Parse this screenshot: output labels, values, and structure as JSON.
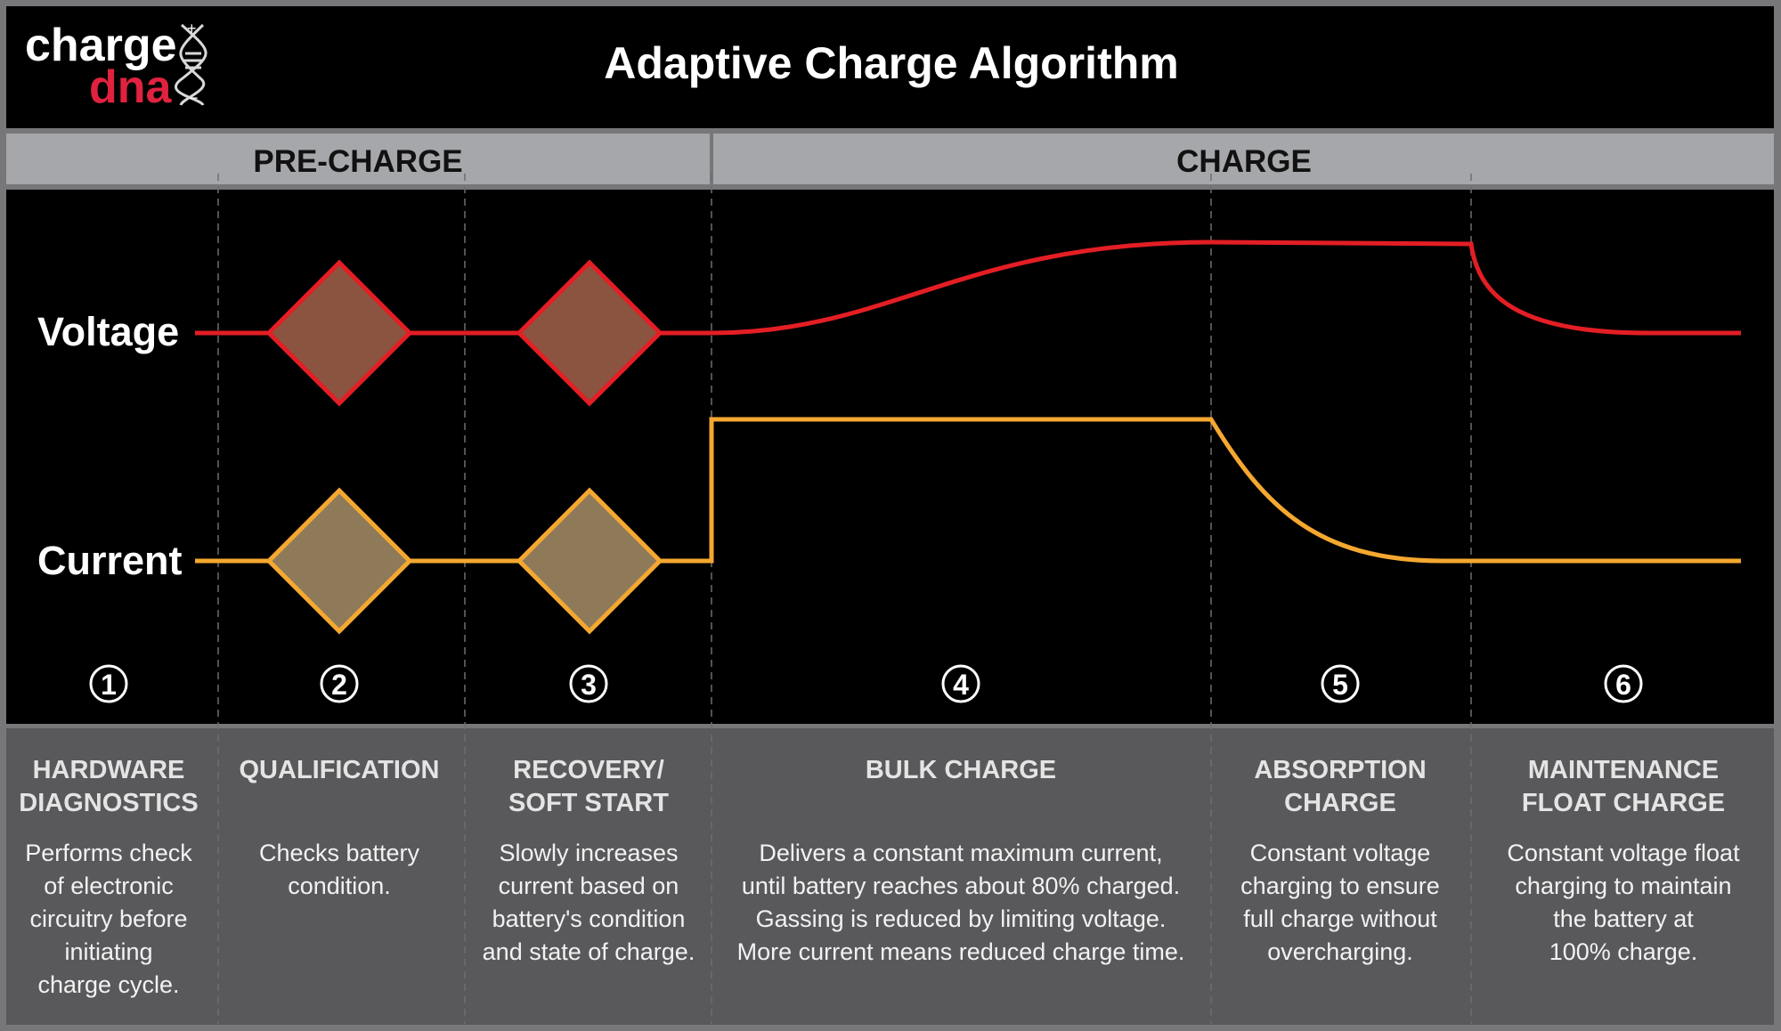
{
  "logo": {
    "word1": "charge",
    "word2": "dna",
    "plus": "+",
    "minus": "−"
  },
  "title": "Adaptive Charge Algorithm",
  "bands": [
    {
      "label": "PRE-CHARGE"
    },
    {
      "label": "CHARGE"
    }
  ],
  "signals": {
    "voltage": "Voltage",
    "current": "Current"
  },
  "colors": {
    "voltage": "#e31e24",
    "current": "#f5a830",
    "band": "#a6a7aa",
    "panel": "#59595c"
  },
  "phases": [
    {
      "num": "1",
      "title": [
        "HARDWARE",
        "DIAGNOSTICS"
      ],
      "desc": [
        "Performs check",
        "of electronic",
        "circuitry before",
        "initiating",
        "charge cycle."
      ]
    },
    {
      "num": "2",
      "title": [
        "QUALIFICATION"
      ],
      "desc": [
        "Checks battery",
        "condition."
      ]
    },
    {
      "num": "3",
      "title": [
        "RECOVERY/",
        "SOFT START"
      ],
      "desc": [
        "Slowly increases",
        "current based on",
        "battery's condition",
        "and state of charge."
      ]
    },
    {
      "num": "4",
      "title": [
        "BULK CHARGE"
      ],
      "desc": [
        "Delivers a constant maximum current,",
        "until battery reaches about 80% charged.",
        "Gassing is reduced by limiting voltage.",
        "More current means reduced charge time."
      ]
    },
    {
      "num": "5",
      "title": [
        "ABSORPTION",
        "CHARGE"
      ],
      "desc": [
        "Constant voltage",
        "charging to ensure",
        "full charge without",
        "overcharging."
      ]
    },
    {
      "num": "6",
      "title": [
        "MAINTENANCE",
        "FLOAT CHARGE"
      ],
      "desc": [
        "Constant voltage float",
        "charging to maintain",
        "the battery at",
        "100% charge."
      ]
    }
  ]
}
